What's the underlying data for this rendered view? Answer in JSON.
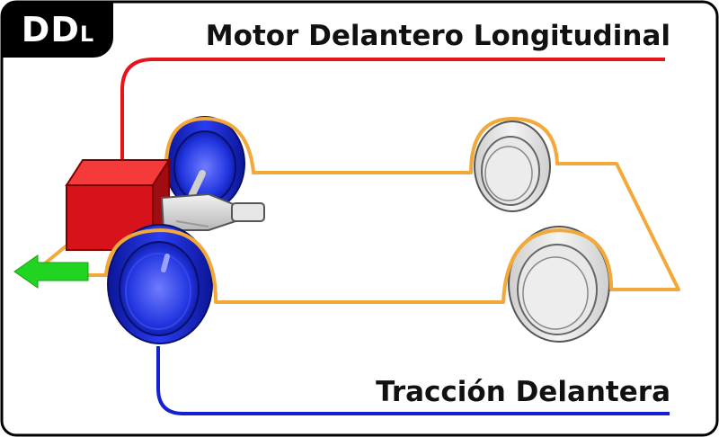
{
  "badge": {
    "main": "DD",
    "sub": "L"
  },
  "labels": {
    "engine": "Motor Delantero Longitudinal",
    "traction": "Tracción Delantera"
  },
  "colors": {
    "engine_line": "#e8141c",
    "traction_line": "#1420d4",
    "chassis": "#f2a93b",
    "engine_block": "#d8121a",
    "drive_wheel": "#1a2ad0",
    "free_wheel": "#e4e4e4",
    "direction_arrow": "#22d422"
  }
}
